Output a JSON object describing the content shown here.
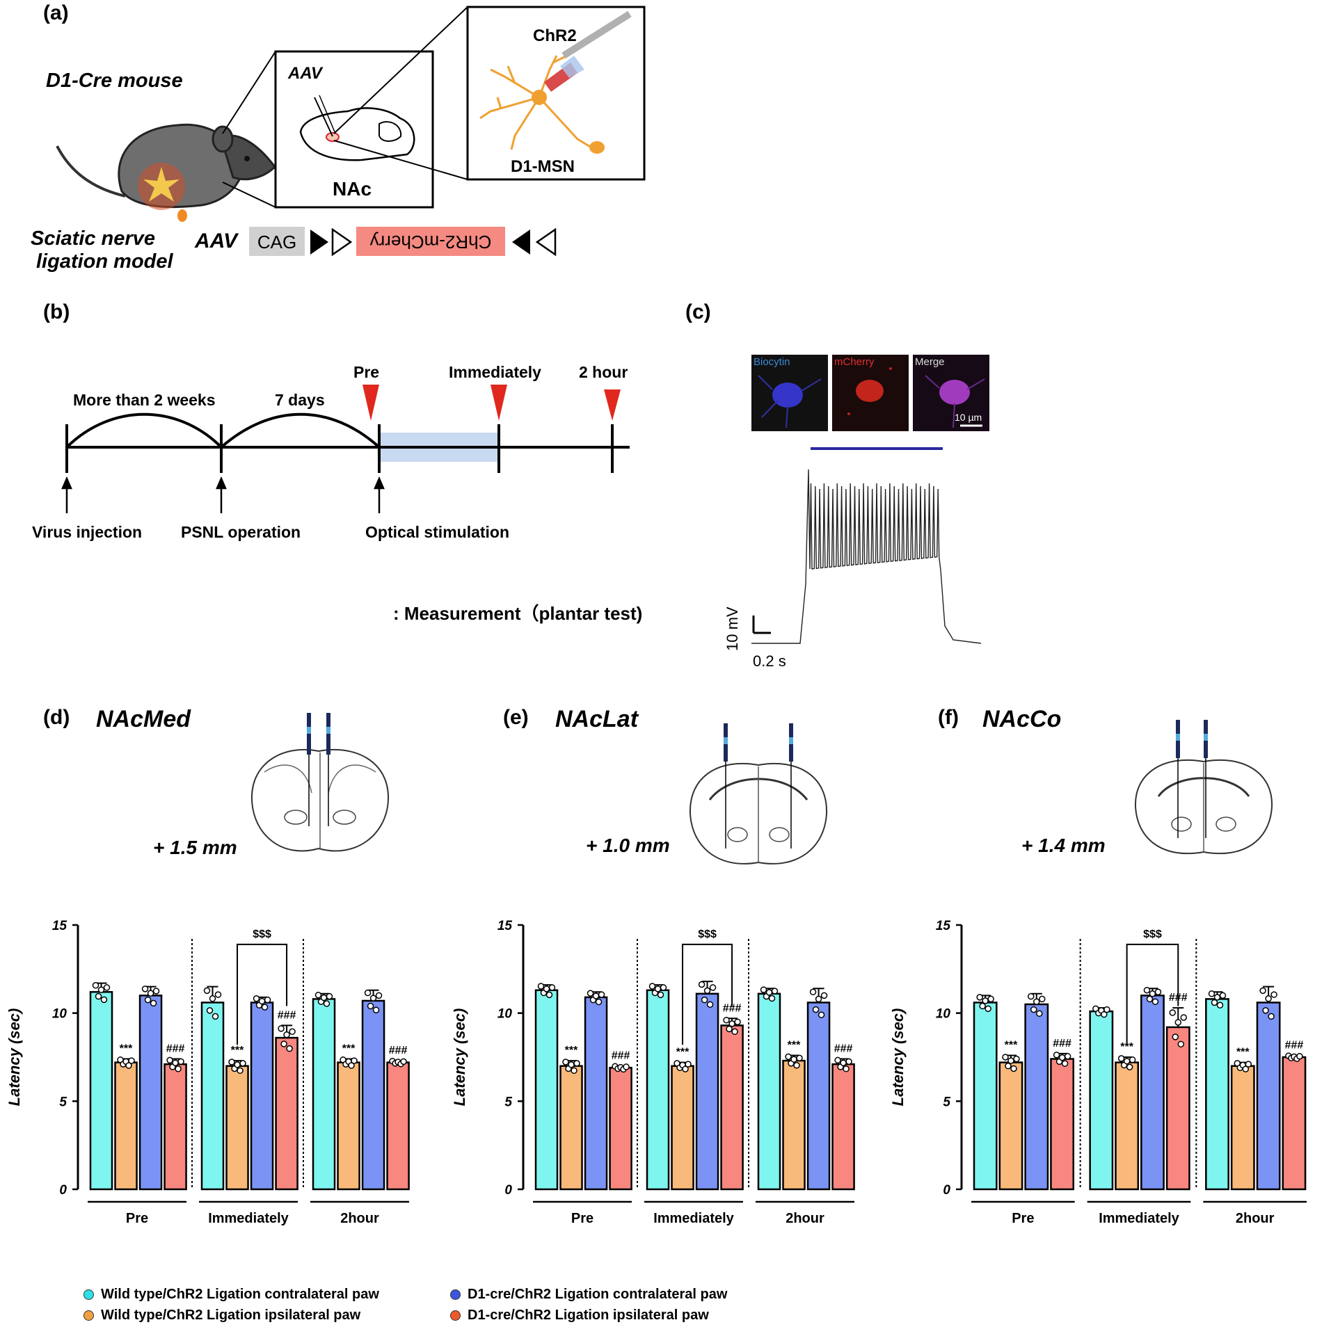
{
  "panel_a": {
    "label": "(a)",
    "mouse_title": "D1-Cre mouse",
    "model_text": [
      "Sciatic nerve",
      "ligation model"
    ],
    "aav_inset": "AAV",
    "nac_label": "NAc",
    "chr2_label": "ChR2",
    "d1msn_label": "D1-MSN",
    "construct": {
      "aav": "AAV",
      "promoter": "CAG",
      "gene": "ChR2-mCherry"
    }
  },
  "panel_b": {
    "label": "(b)",
    "interval_1": "More than 2 weeks",
    "interval_2": "7 days",
    "time_points": [
      "Pre",
      "Immediately",
      "2 hour"
    ],
    "events": [
      "Virus injection",
      "PSNL operation",
      "Optical stimulation"
    ],
    "legend_text": ": Measurement（plantar test)",
    "colors": {
      "marker": "#e0281e",
      "stim_band": "#c9d9f2"
    }
  },
  "panel_c": {
    "label": "(c)",
    "image_labels": [
      "Biocytin",
      "mCherry",
      "Merge"
    ],
    "scale_bar": "10 µm",
    "voltage_scale": "10 mV",
    "time_scale": "0.2 s"
  },
  "panels_def": [
    {
      "label": "(d)",
      "region": "NAcMed",
      "depth": "+ 1.5 mm"
    },
    {
      "label": "(e)",
      "region": "NAcLat",
      "depth": "+ 1.0 mm"
    },
    {
      "label": "(f)",
      "region": "NAcCo",
      "depth": "+ 1.4 mm"
    }
  ],
  "legend": {
    "items": [
      {
        "label": "Wild type/ChR2 Ligation contralateral paw",
        "color": "#7ff5f0"
      },
      {
        "label": "Wild type/ChR2 Ligation ipsilateral paw",
        "color": "#f8b97a"
      },
      {
        "label": "D1-cre/ChR2 Ligation contralateral paw",
        "color": "#7a93f4"
      },
      {
        "label": "D1-cre/ChR2 Ligation ipsilateral paw",
        "color": "#f7877f"
      }
    ]
  },
  "chart_data": [
    {
      "type": "bar",
      "panel": "d",
      "ylabel": "Latency (sec)",
      "ylim": [
        0,
        15
      ],
      "yticks": [
        0,
        5,
        10,
        15
      ],
      "groups": [
        "Pre",
        "Immediately",
        "2hour"
      ],
      "series": [
        {
          "name": "Wild type/ChR2 Ligation contralateral paw",
          "values": [
            11.2,
            10.6,
            10.8
          ],
          "errors": [
            0.5,
            0.9,
            0.3
          ]
        },
        {
          "name": "Wild type/ChR2 Ligation ipsilateral paw",
          "values": [
            7.2,
            7.0,
            7.2
          ],
          "errors": [
            0.2,
            0.3,
            0.2
          ]
        },
        {
          "name": "D1-cre/ChR2 Ligation contralateral paw",
          "values": [
            11.0,
            10.6,
            10.7
          ],
          "errors": [
            0.5,
            0.3,
            0.6
          ]
        },
        {
          "name": "D1-cre/ChR2 Ligation ipsilateral paw",
          "values": [
            7.1,
            8.6,
            7.2
          ],
          "errors": [
            0.3,
            0.7,
            0.1
          ]
        }
      ],
      "annotations": {
        "wt_ipsi": "***",
        "d1_ipsi": "###",
        "bracket": "$$$"
      }
    },
    {
      "type": "bar",
      "panel": "e",
      "ylabel": "Latency (sec)",
      "ylim": [
        0,
        15
      ],
      "yticks": [
        0,
        5,
        10,
        15
      ],
      "groups": [
        "Pre",
        "Immediately",
        "2hour"
      ],
      "series": [
        {
          "name": "Wild type/ChR2 Ligation contralateral paw",
          "values": [
            11.3,
            11.3,
            11.1
          ],
          "errors": [
            0.3,
            0.3,
            0.3
          ]
        },
        {
          "name": "Wild type/ChR2 Ligation ipsilateral paw",
          "values": [
            7.0,
            7.0,
            7.3
          ],
          "errors": [
            0.3,
            0.2,
            0.3
          ]
        },
        {
          "name": "D1-cre/ChR2 Ligation contralateral paw",
          "values": [
            10.9,
            11.1,
            10.6
          ],
          "errors": [
            0.3,
            0.7,
            0.8
          ]
        },
        {
          "name": "D1-cre/ChR2 Ligation ipsilateral paw",
          "values": [
            6.9,
            9.3,
            7.1
          ],
          "errors": [
            0.1,
            0.4,
            0.3
          ]
        }
      ],
      "annotations": {
        "wt_ipsi": "***",
        "d1_ipsi": "###",
        "bracket": "$$$"
      }
    },
    {
      "type": "bar",
      "panel": "f",
      "ylabel": "Latency (sec)",
      "ylim": [
        0,
        15
      ],
      "yticks": [
        0,
        5,
        10,
        15
      ],
      "groups": [
        "Pre",
        "Immediately",
        "2hour"
      ],
      "series": [
        {
          "name": "Wild type/ChR2 Ligation contralateral paw",
          "values": [
            10.6,
            10.1,
            10.8
          ],
          "errors": [
            0.4,
            0.2,
            0.4
          ]
        },
        {
          "name": "Wild type/ChR2 Ligation ipsilateral paw",
          "values": [
            7.2,
            7.2,
            7.0
          ],
          "errors": [
            0.4,
            0.3,
            0.2
          ]
        },
        {
          "name": "D1-cre/ChR2 Ligation contralateral paw",
          "values": [
            10.5,
            11.0,
            10.6
          ],
          "errors": [
            0.6,
            0.4,
            0.9
          ]
        },
        {
          "name": "D1-cre/ChR2 Ligation ipsilateral paw",
          "values": [
            7.4,
            9.2,
            7.5
          ],
          "errors": [
            0.3,
            1.1,
            0.1
          ]
        }
      ],
      "annotations": {
        "wt_ipsi": "***",
        "d1_ipsi": "###",
        "bracket": "$$$"
      }
    }
  ]
}
